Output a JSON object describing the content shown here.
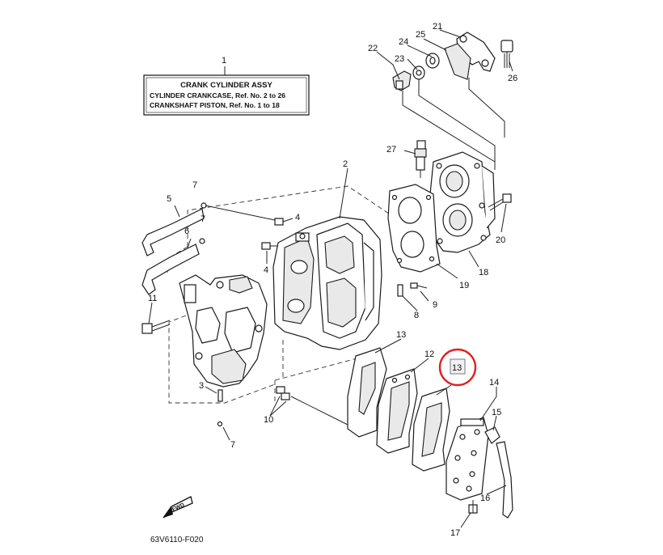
{
  "assy_box": {
    "ref": "1",
    "title": "CRANK CYLINDER ASSY",
    "line1": "CYLINDER CRANKCASE,  Ref.  No.  2  to  26",
    "line2": "CRANKSHAFT PISTON,  Ref.  No.  1  to  18"
  },
  "callouts": {
    "c2": "2",
    "c3": "3",
    "c4a": "4",
    "c4b": "4",
    "c5": "5",
    "c6": "6",
    "c7a": "7",
    "c7b": "7",
    "c7c": "7",
    "c8": "8",
    "c9": "9",
    "c10": "10",
    "c11": "11",
    "c12": "12",
    "c13": "13",
    "c13h": "13",
    "c14": "14",
    "c15": "15",
    "c16": "16",
    "c17": "17",
    "c19": "19",
    "c18": "18",
    "c20": "20",
    "c21": "21",
    "c22": "22",
    "c23": "23",
    "c24": "24",
    "c25": "25",
    "c26": "26",
    "c27": "27"
  },
  "diagram_code": "63V6110-F020",
  "fwd_label": "FWD",
  "highlight_color": "#e02020"
}
